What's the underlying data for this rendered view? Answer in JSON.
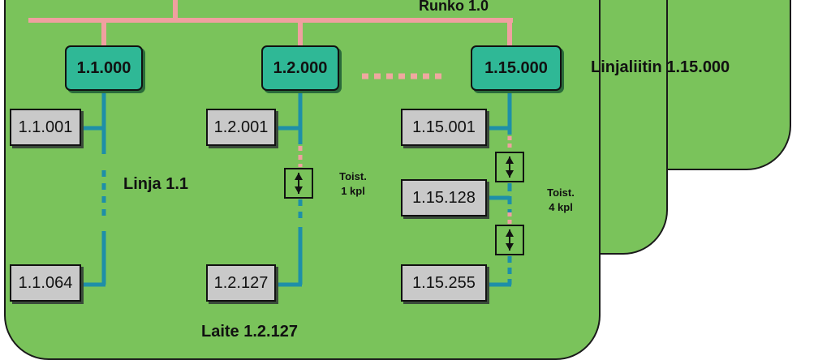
{
  "backbone": {
    "label": "Runko 1.0"
  },
  "line_coupler_caption": "Linjaliitin 1.15.000",
  "line_label": "Linja 1.1",
  "device_caption": "Laite 1.2.127",
  "ellipsis_color": "#f0a8a0",
  "colors": {
    "backbone": "#f0a0a0",
    "line": "#1e8fa8",
    "coupler": "#2fb896",
    "device": "#c9c9c9",
    "panel": "#7ac35b"
  },
  "couplers": [
    {
      "label": "1.1.000"
    },
    {
      "label": "1.2.000"
    },
    {
      "label": "1.15.000"
    }
  ],
  "devices": {
    "line1": [
      "1.1.001",
      "1.1.064"
    ],
    "line2": [
      "1.2.001",
      "1.2.127"
    ],
    "line15": [
      "1.15.001",
      "1.15.128",
      "1.15.255"
    ]
  },
  "repeater_notes": {
    "line2": {
      "title": "Toist.",
      "count": "1 kpl"
    },
    "line15": {
      "title": "Toist.",
      "count": "4 kpl"
    }
  }
}
